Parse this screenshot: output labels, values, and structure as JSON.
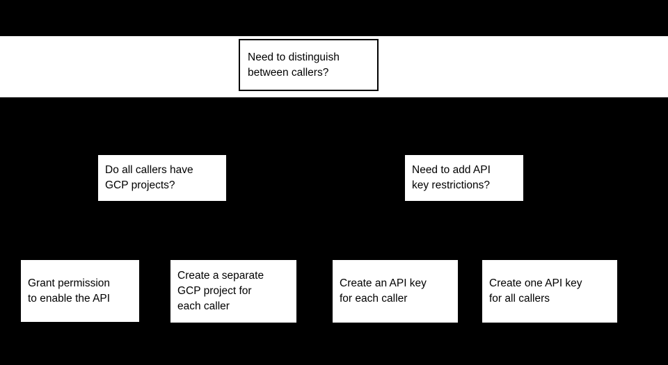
{
  "colors": {
    "background": "#000000",
    "band_fill": "#ffffff",
    "node_fill": "#ffffff",
    "node_border": "#000000",
    "text": "#000000",
    "connector_stroke": "#000000"
  },
  "flowchart": {
    "nodes": [
      {
        "id": "q-distinguish-callers",
        "label": "Need to distinguish\nbetween callers?"
      },
      {
        "id": "q-gcp-projects",
        "label": "Do all callers have\nGCP projects?"
      },
      {
        "id": "q-api-key-restrictions",
        "label": "Need to add API\nkey restrictions?"
      },
      {
        "id": "a-grant-permission",
        "label": "Grant permission\nto enable the API"
      },
      {
        "id": "a-separate-gcp-project",
        "label": "Create a separate\nGCP project for\neach caller"
      },
      {
        "id": "a-api-key-each-caller",
        "label": "Create an API key\nfor each caller"
      },
      {
        "id": "a-api-key-all-callers",
        "label": "Create one API key\nfor all callers"
      }
    ],
    "connectors": [
      {
        "id": "branch-caret",
        "from": "q-distinguish-callers",
        "shape": "inverted-v"
      }
    ]
  }
}
